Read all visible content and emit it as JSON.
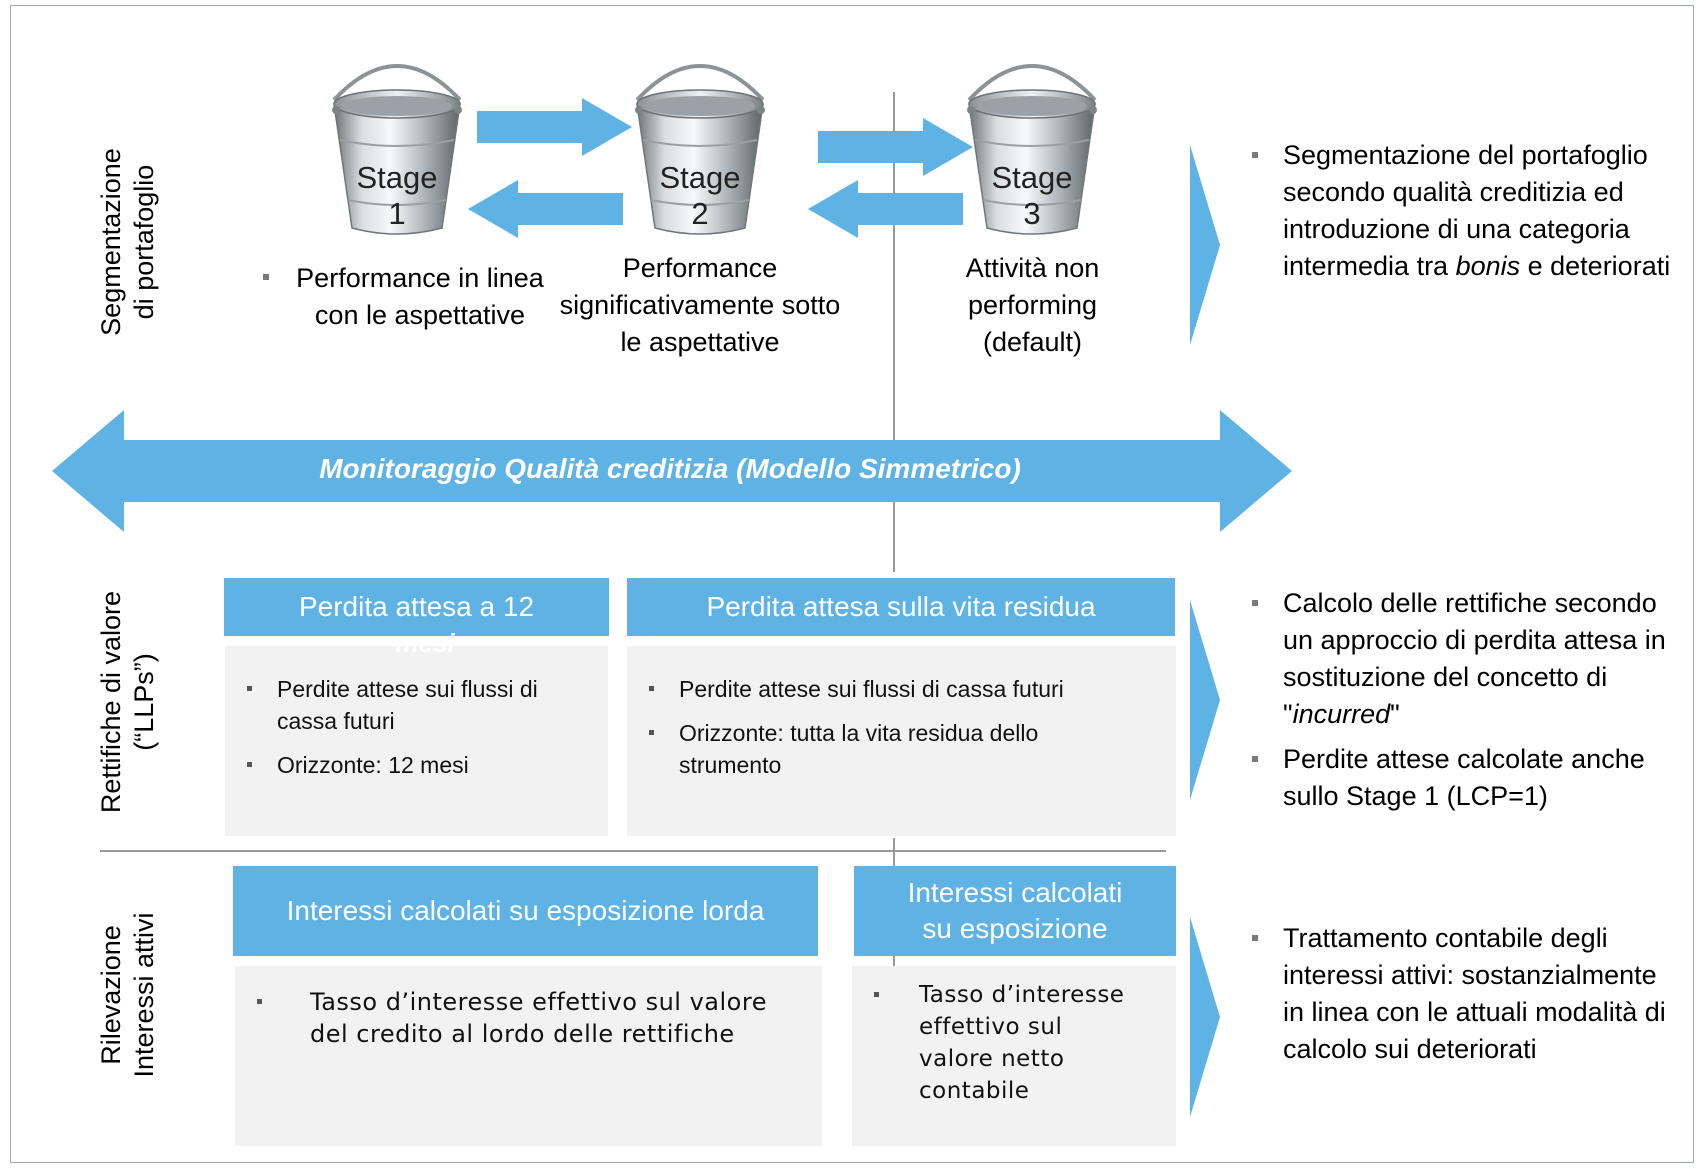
{
  "row_labels": {
    "segmentation": [
      "Segmentazione",
      "di portafoglio"
    ],
    "llps": [
      "Rettifiche di valore",
      "(“LLPs”)"
    ],
    "interest": [
      "Rilevazione",
      "Interessi attivi"
    ]
  },
  "stages": [
    {
      "title": "Stage",
      "number": "1",
      "caption": "Performance in linea con le aspettative"
    },
    {
      "title": "Stage",
      "number": "2",
      "caption": "Performance significativamente sotto le aspettative"
    },
    {
      "title": "Stage",
      "number": "3",
      "caption": "Attività non performing (default)"
    }
  ],
  "monitoring_arrow": "Monitoraggio Qualità creditizia (Modello Simmetrico)",
  "llps": {
    "header_12m": "Perdita attesa a 12",
    "header_12m_overflow": "mesi",
    "header_lifetime": "Perdita attesa sulla vita residua",
    "items_12m": [
      "Perdite attese sui flussi di cassa futuri",
      "Orizzonte: 12 mesi"
    ],
    "items_lifetime": [
      "Perdite attese sui flussi di cassa futuri",
      "Orizzonte: tutta la vita residua dello strumento"
    ]
  },
  "interest": {
    "header_gross": "Interessi calcolati su esposizione lorda",
    "header_net": "Interessi calcolati su esposizione",
    "item_gross": "Tasso d’interesse effettivo sul valore del credito al lordo delle rettifiche",
    "item_net": "Tasso d’interesse effettivo sul valore netto contabile"
  },
  "right_notes": {
    "segmentation": {
      "before": "Segmentazione del portafoglio secondo qualità creditizia ed introduzione di una categoria intermedia tra ",
      "emph": "bonis",
      "after": " e deteriorati"
    },
    "llps_1": {
      "before": "Calcolo delle rettifiche secondo un approccio di perdita attesa in sostituzione del concetto di \"",
      "emph": "incurred",
      "after": "\""
    },
    "llps_2": "Perdite attese calcolate anche sullo Stage 1 (LCP=1)",
    "interest": "Trattamento contabile degli interessi attivi: sostanzialmente in linea con le attuali modalità di calcolo sui deteriorati"
  },
  "colors": {
    "accent": "#5eb3e4",
    "box_bg": "#f2f2f2"
  },
  "icons": [
    "bucket-icon"
  ]
}
